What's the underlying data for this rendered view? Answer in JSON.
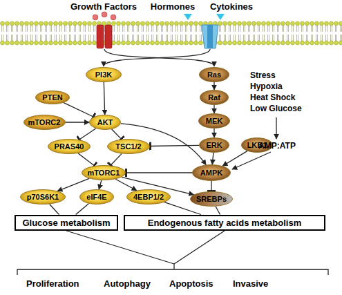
{
  "diagram": {
    "nodes": [
      {
        "text": [
          "PI3K"
        ]
      },
      {
        "text": [
          "Ras"
        ]
      },
      {
        "text": [
          "PTEN"
        ]
      },
      {
        "text": [
          "Raf"
        ]
      },
      {
        "text": [
          "mTORC2"
        ]
      },
      {
        "text": [
          "AKT"
        ]
      },
      {
        "text": [
          "MEK"
        ]
      },
      {
        "text": [
          "PRAS40"
        ]
      },
      {
        "text": [
          "TSC1/2"
        ]
      },
      {
        "text": [
          "ERK"
        ]
      },
      {
        "text": [
          "LKB1"
        ]
      },
      {
        "text": [
          "mTORC1"
        ]
      },
      {
        "text": [
          "AMPK"
        ]
      },
      {
        "text": [
          "p70S6K1"
        ]
      },
      {
        "text": [
          "eIF4E"
        ]
      },
      {
        "text": [
          "4EBP1/2"
        ]
      },
      {
        "text": [
          "SREBPs"
        ]
      },
      {
        "text": [
          "Glucose metabolism"
        ]
      },
      {
        "text": [
          "Endogenous fatty acids metabolism"
        ]
      }
    ],
    "edges": [
      {
        "from": 0,
        "to": 5,
        "arrow": "to"
      },
      {
        "from": 2,
        "to": 5,
        "arrow": "to"
      },
      {
        "from": 4,
        "to": 5,
        "arrow": "to"
      },
      {
        "from": 1,
        "to": 3,
        "arrow": "to"
      },
      {
        "from": 3,
        "to": 6,
        "arrow": "to"
      },
      {
        "from": 6,
        "to": 9,
        "arrow": "to"
      },
      {
        "from": 5,
        "to": 7,
        "arrow": "to"
      },
      {
        "from": 5,
        "to": 8,
        "arrow": "to"
      },
      {
        "from": 5,
        "to": 12,
        "arrow": "to"
      },
      {
        "from": 9,
        "to": 8,
        "arrow": "to"
      },
      {
        "from": 9,
        "to": 12,
        "arrow": "to"
      },
      {
        "from": 10,
        "to": 12,
        "arrow": "to"
      },
      {
        "from": 7,
        "to": 11,
        "arrow": "to"
      },
      {
        "from": 8,
        "to": 11,
        "arrow": "to"
      },
      {
        "from": 12,
        "to": 11,
        "arrow": "to"
      },
      {
        "from": 11,
        "to": 13,
        "arrow": "to"
      },
      {
        "from": 11,
        "to": 14,
        "arrow": "to"
      },
      {
        "from": 11,
        "to": 15,
        "arrow": "to"
      },
      {
        "from": 11,
        "to": 16,
        "arrow": "to"
      },
      {
        "from": 12,
        "to": 16,
        "arrow": "to"
      },
      {
        "from": 13,
        "to": 17,
        "arrow": "none"
      },
      {
        "from": 14,
        "to": 17,
        "arrow": "none"
      },
      {
        "from": 15,
        "to": 18,
        "arrow": "none"
      },
      {
        "from": 16,
        "to": 18,
        "arrow": "none"
      }
    ],
    "labels": [
      "Growth Factors",
      "Hormones",
      "Cytokines",
      "Stress",
      "Hypoxia",
      "Heat Shock",
      "Low Glucose",
      "AMP:ATP",
      "Proliferation",
      "Autophagy",
      "Apoptosis",
      "Invasive"
    ]
  }
}
